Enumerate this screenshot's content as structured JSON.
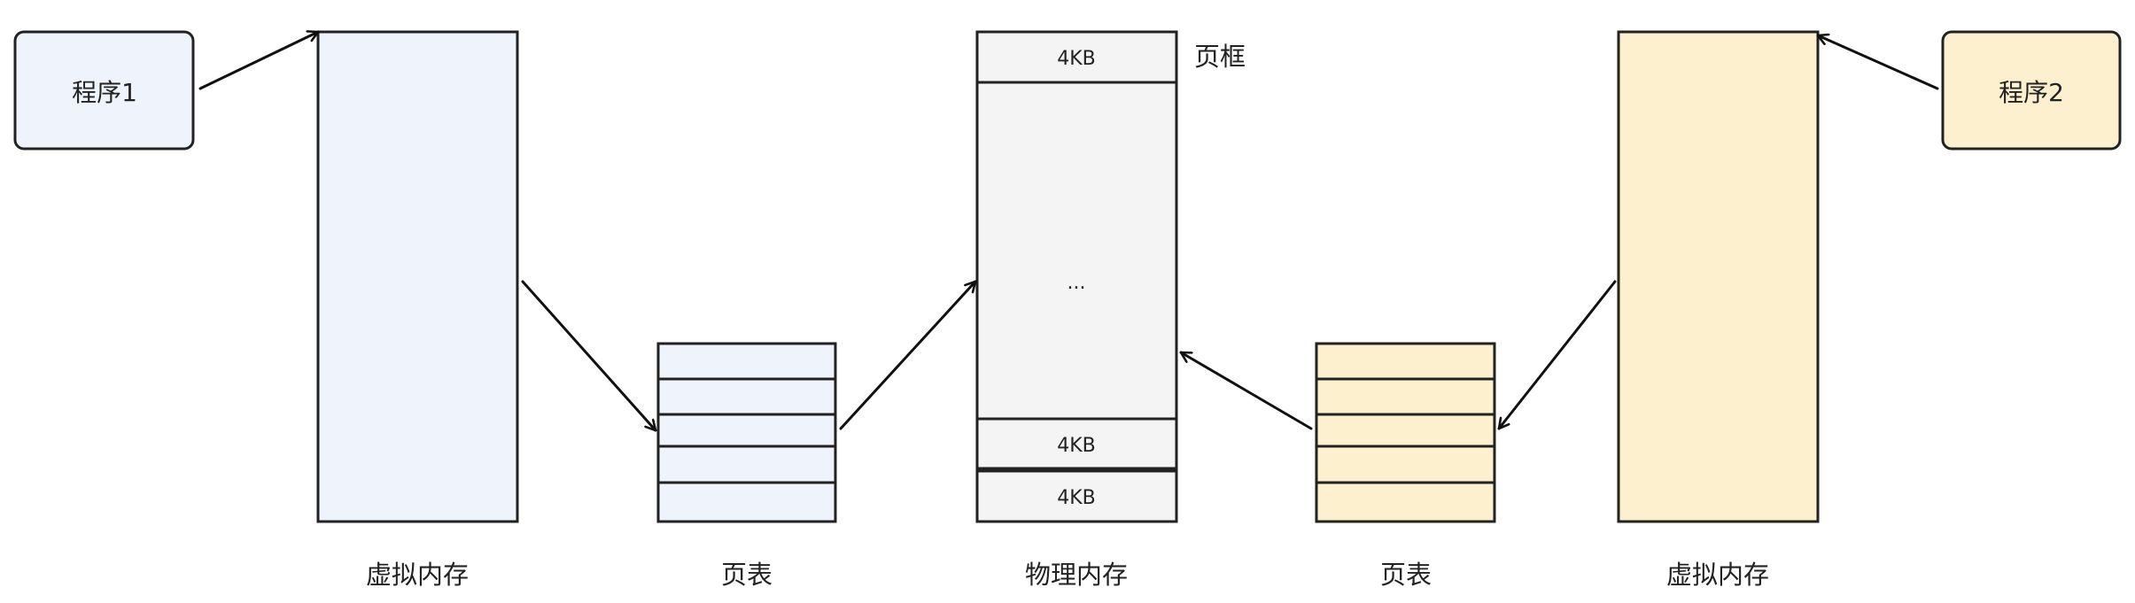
{
  "colors": {
    "program1_fill": "#EEF3FC",
    "program2_fill": "#FDF0CE",
    "physical_fill": "#F4F4F4",
    "stroke": "#222222"
  },
  "program1": {
    "label": "程序1"
  },
  "program2": {
    "label": "程序2"
  },
  "left_virtual_memory": {
    "label": "虚拟内存"
  },
  "right_virtual_memory": {
    "label": "虚拟内存"
  },
  "left_page_table": {
    "label": "页表",
    "entry_count": 5
  },
  "right_page_table": {
    "label": "页表",
    "entry_count": 5
  },
  "physical_memory": {
    "label": "物理内存",
    "frame_label": "页框",
    "top_frame": "4KB",
    "ellipsis": "...",
    "frame_3": "4KB",
    "frame_4": "4KB"
  }
}
